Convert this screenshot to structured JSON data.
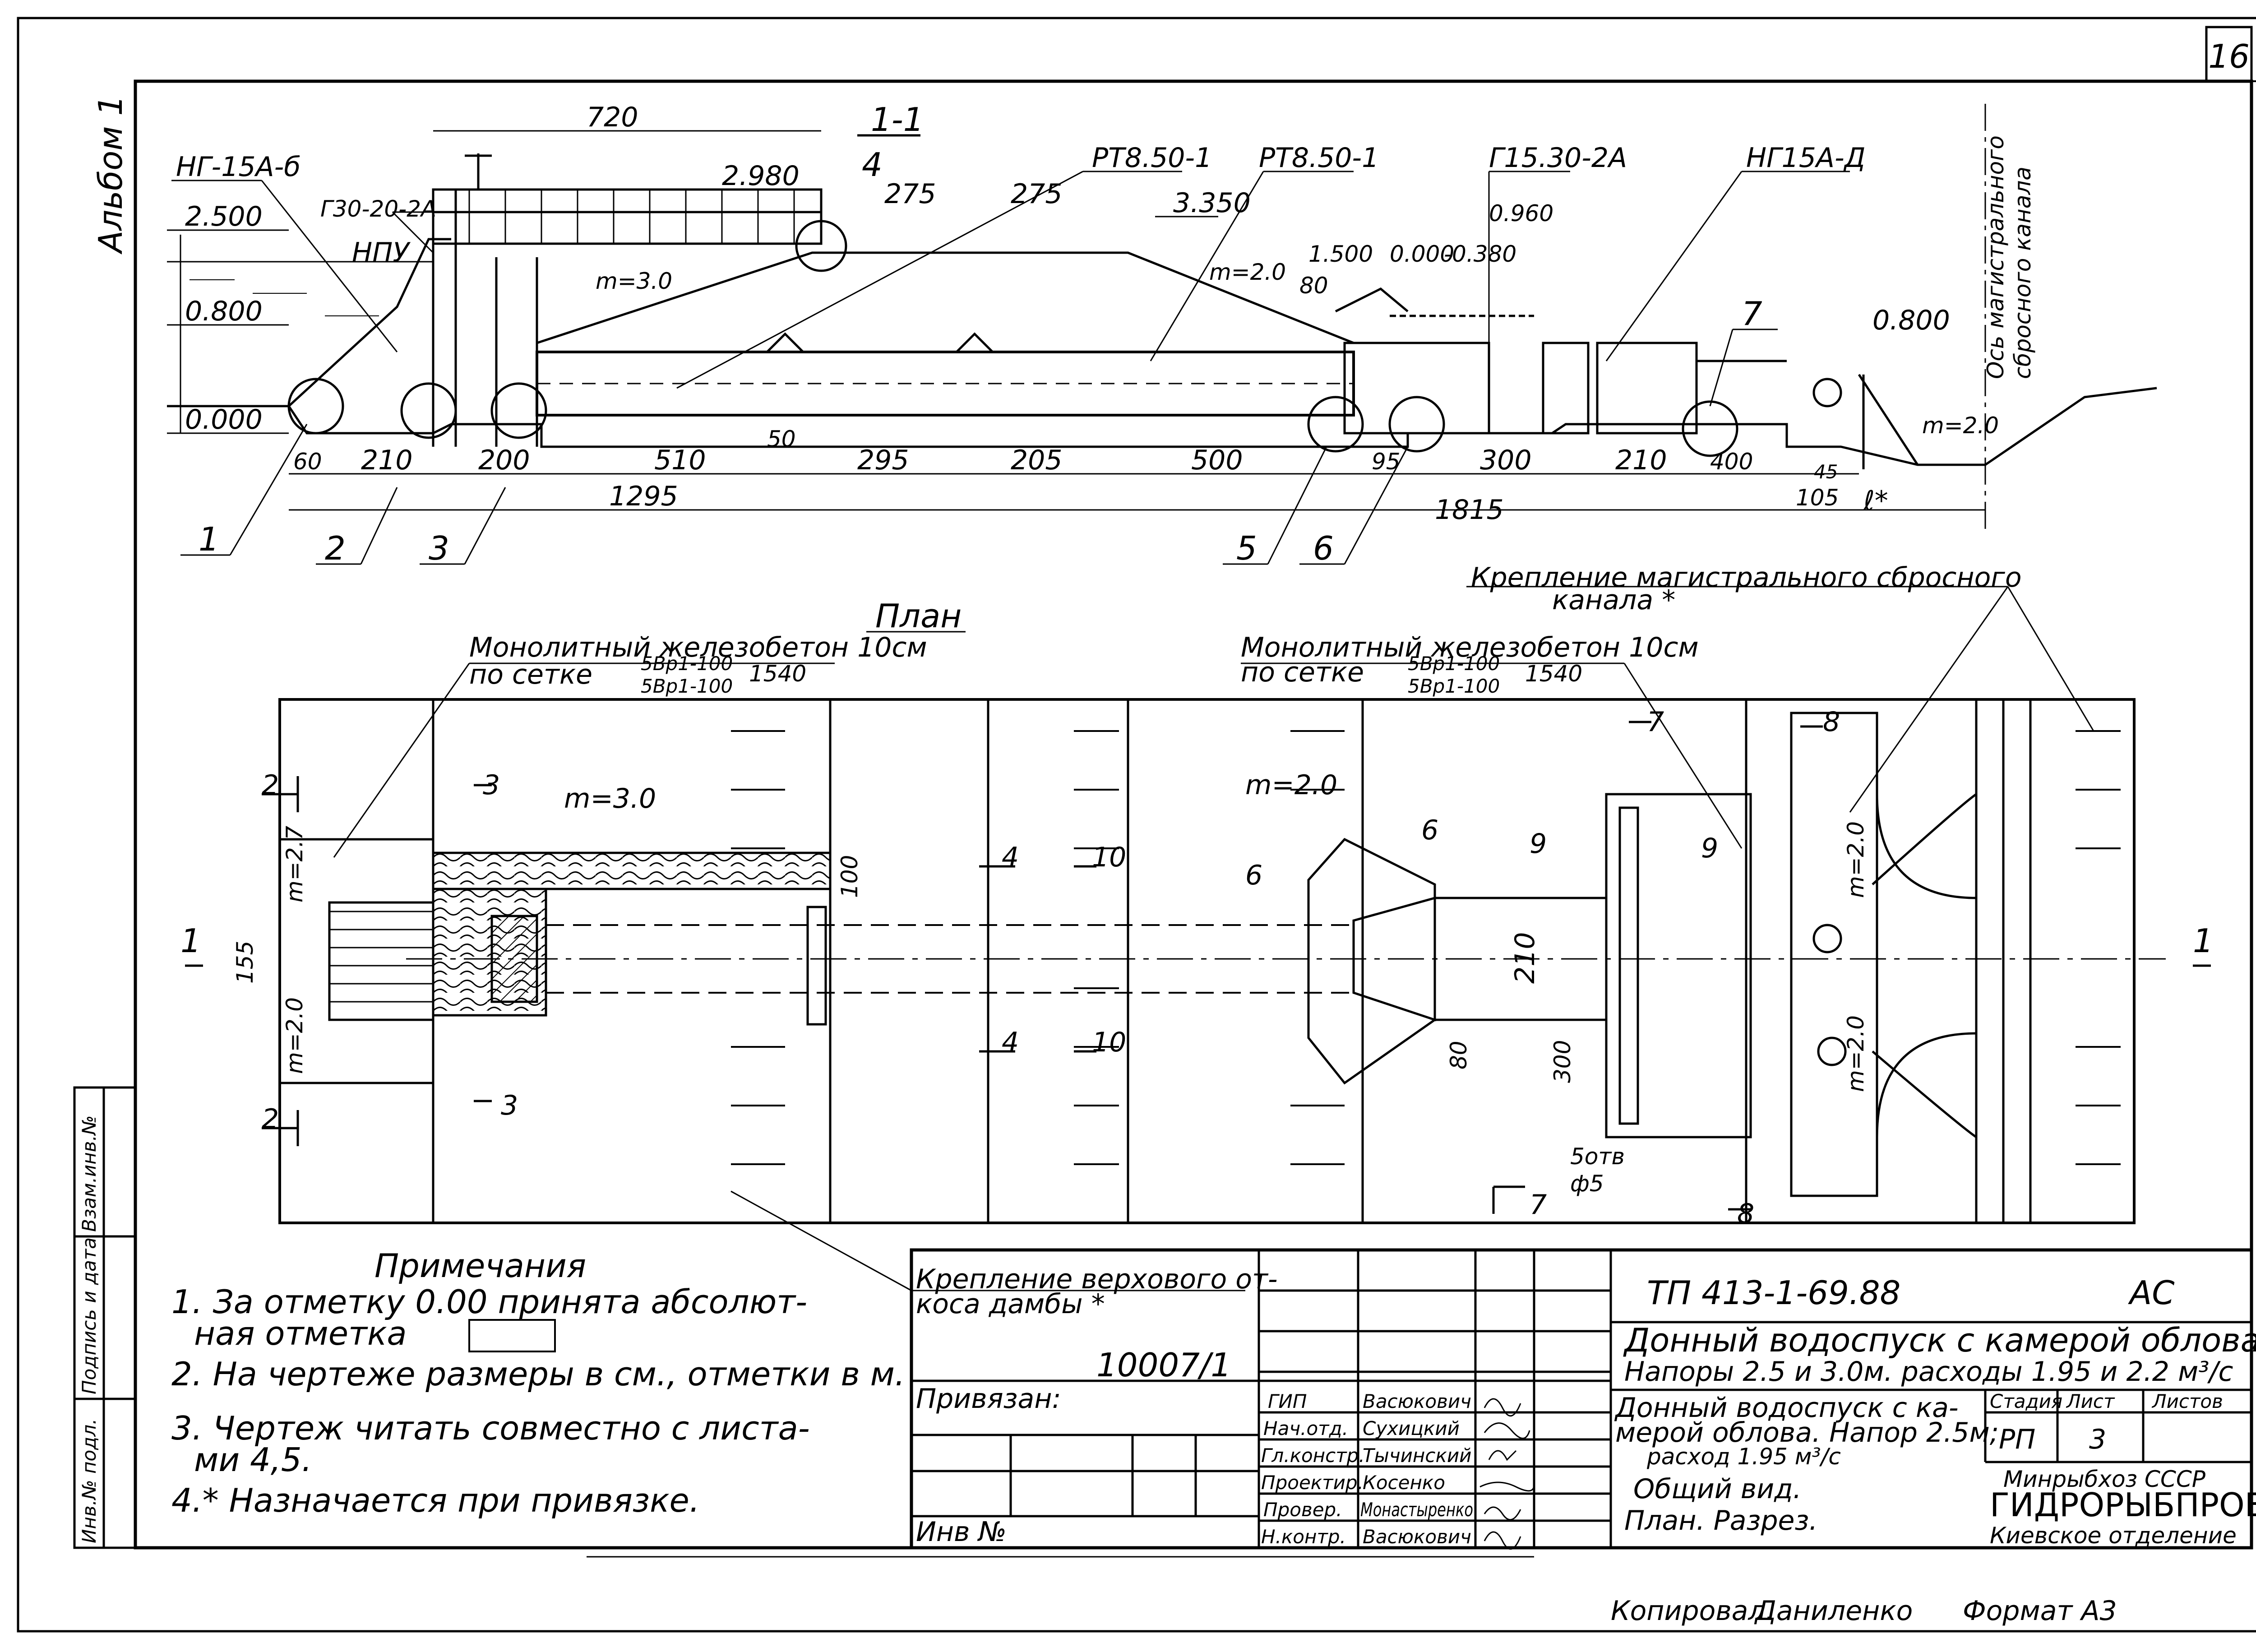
{
  "sheet": {
    "number": "16",
    "album": "Альбом 1"
  },
  "section": {
    "title": "1-1",
    "labels": {
      "ng15a_b": "НГ-15А-б",
      "g30": "Г30-20-2А",
      "npu": "НПУ",
      "rt_left": "РТ8.50-1",
      "rt_right": "РТ8.50-1",
      "g15": "Г15.30-2А",
      "ng15a_d": "НГ15А-Д",
      "axis1": "Ось магистрального",
      "axis2": "сбросного канала"
    },
    "slopes": {
      "m30": "m=3.0",
      "m20": "m=2.0",
      "m20b": "m=2.0"
    },
    "elevations": {
      "e2500": "2.500",
      "e0800": "0.800",
      "e0000": "0.000",
      "e2980": "2.980",
      "e3350": "3.350",
      "e1500": "1.500",
      "e000": "0.000",
      "e0380": "-0.380",
      "e0960": "0.960",
      "e0800r": "0.800"
    },
    "dims": {
      "d720": "720",
      "d275a": "275",
      "d275b": "275",
      "d80": "80",
      "d60": "60",
      "d210": "210",
      "d200": "200",
      "d510": "510",
      "d295": "295",
      "d205": "205",
      "d500": "500",
      "d95": "95",
      "d300": "300",
      "d210b": "210",
      "d400": "400",
      "d50": "50",
      "d45": "45",
      "d105": "105",
      "d1295": "1295",
      "d1815": "1815",
      "lstar": "ℓ*"
    },
    "callouts": [
      "1",
      "2",
      "3",
      "4",
      "5",
      "6",
      "7"
    ]
  },
  "plan": {
    "title": "План",
    "mono_left": {
      "line1": "Монолитный железобетон 10см",
      "line2": "по сетке",
      "frac_top": "5Вр1-100",
      "frac_bot": "5Вр1-100",
      "len": "1540"
    },
    "mono_right": {
      "line1": "Монолитный железобетон 10см",
      "line2": "по сетке",
      "frac_top": "5Вр1-100",
      "frac_bot": "5Вр1-100",
      "len": "1540"
    },
    "krep_main1": "Крепление магистрального сбросного",
    "krep_main2": "канала *",
    "krep_up1": "Крепление верхового от-",
    "krep_up2": "коса дамбы *",
    "slopes": {
      "m30": "m=3.0",
      "m20": "m=2.0",
      "m27": "m=2.7",
      "m20a": "m=2.0",
      "m20b": "m=2.0",
      "m20c": "m=2.0"
    },
    "dims": {
      "d155": "155",
      "d100": "100",
      "d210": "210",
      "d80": "80",
      "d300": "300",
      "holes1": "5отв",
      "holes2": "ф5"
    },
    "cuts": {
      "c1": "1",
      "c2": "2",
      "c3": "3",
      "c4": "4",
      "c6": "6",
      "c7": "7",
      "c8": "8",
      "c9": "9",
      "c10": "10"
    }
  },
  "notes": {
    "title": "Примечания",
    "n1a": "1. За отметку 0.00 принята абсолют-",
    "n1b": "ная отметка",
    "n2": "2. На чертеже размеры в см., отметки в м.",
    "n3a": "3. Чертеж читать совместно с листа-",
    "n3b": "ми 4,5.",
    "n4": "4.* Назначается при привязке."
  },
  "stamp": {
    "ref": "10007/1",
    "privyazan": "Привязан:",
    "inv": "Инв №",
    "code": "ТП 413-1-69.88",
    "mark": "АС",
    "title1": "Донный водоспуск с камерой облова",
    "title2": "Напоры 2.5 и 3.0м. расходы 1.95 и 2.2 м³/с",
    "sub1": "Донный водоспуск с ка-",
    "sub2": "мерой облова. Напор 2.5м;",
    "sub3": "расход 1.95 м³/с",
    "view1": "Общий вид.",
    "view2": "План. Разрез.",
    "stage_h": "Стадия",
    "sheet_h": "Лист",
    "sheets_h": "Листов",
    "stage": "РП",
    "sheet": "3",
    "org1": "Минрыбхоз СССР",
    "org2": "ГИДРОРЫБПРОЕКТ",
    "org3": "Киевское отделение",
    "people": [
      {
        "role": "ГИП",
        "name": "Васюкович"
      },
      {
        "role": "Нач.отд.",
        "name": "Сухицкий"
      },
      {
        "role": "Гл.констр.",
        "name": "Тычинский"
      },
      {
        "role": "Проектир.",
        "name": "Косенко"
      },
      {
        "role": "Провер.",
        "name": "Монастыренко"
      },
      {
        "role": "Н.контр.",
        "name": "Васюкович"
      }
    ]
  },
  "side": {
    "s1": "Взам.инв.№",
    "s2": "Подпись и дата",
    "s3": "Инв.№ подл."
  },
  "footer": {
    "copied": "Копировал.",
    "copier": "Даниленко",
    "format": "Формат А3"
  }
}
